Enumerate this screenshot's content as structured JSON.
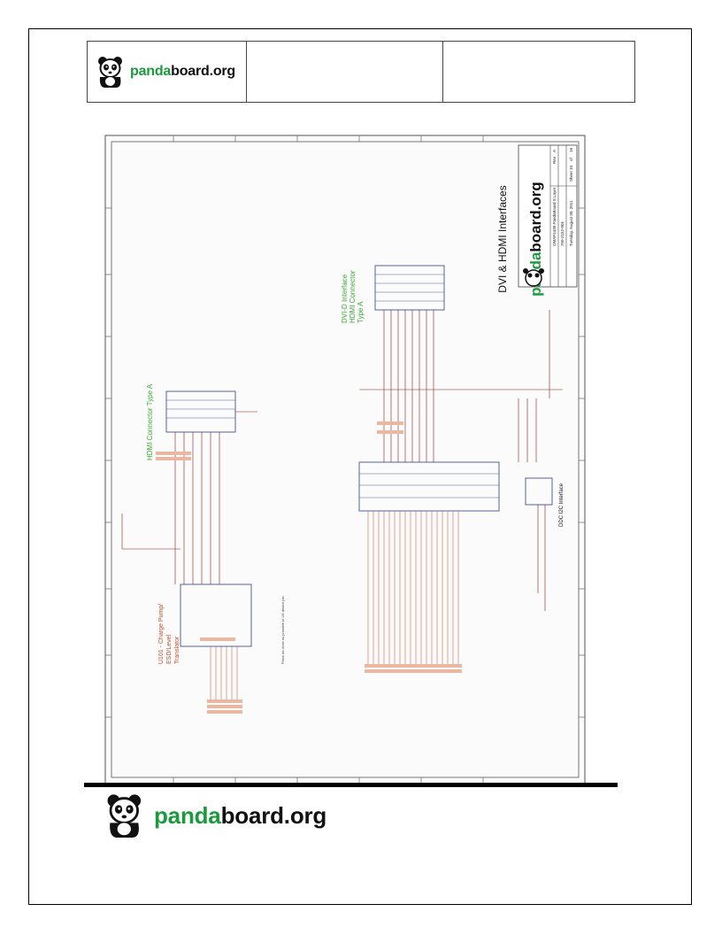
{
  "header": {
    "logo": {
      "brand_highlight": "panda",
      "brand_rest": "board.org"
    },
    "cell_2": "",
    "cell_3": ""
  },
  "schematic": {
    "title": "DVI & HDMI Interfaces",
    "title_block": {
      "company": "OMAP4430 PandaBoard S Layer",
      "brand_highlight": "panda",
      "brand_rest": "board.org",
      "rev_label": "Rev",
      "rev_value": "A",
      "sheet_label": "Sheet",
      "sheet_value": "10",
      "of_label": "of",
      "sheet_total": "18",
      "date": "Tuesday, August 30, 2011",
      "doc_number": "750-2152-001"
    },
    "blocks": {
      "dvi": [
        "DVI-D Interface",
        "HDMI Connector",
        "Type A"
      ],
      "hdmi": "HDMI Connector Type A",
      "charge_pump": [
        "U101 - Charge Pump/",
        "ESD/Level",
        "Translator"
      ],
      "ddc": "DDC I2C Interface",
      "note": "Place as close as possible to U6 device pin"
    },
    "colors": {
      "net": "#c0502a",
      "wire": "#8b1a1a",
      "part": "#2a3a8a",
      "label_green": "#3aaa35"
    }
  },
  "footer": {
    "logo": {
      "brand_highlight": "panda",
      "brand_rest": "board.org"
    }
  }
}
